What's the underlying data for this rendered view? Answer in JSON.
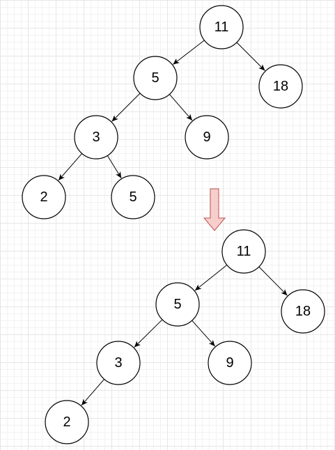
{
  "diagram": {
    "trees": [
      {
        "nodes": [
          {
            "id": "a11",
            "label": "11"
          },
          {
            "id": "a5",
            "label": "5"
          },
          {
            "id": "a18",
            "label": "18"
          },
          {
            "id": "a3",
            "label": "3"
          },
          {
            "id": "a9",
            "label": "9"
          },
          {
            "id": "a2",
            "label": "2"
          },
          {
            "id": "a5b",
            "label": "5"
          }
        ],
        "edges": [
          {
            "from": "a11",
            "to": "a5"
          },
          {
            "from": "a11",
            "to": "a18"
          },
          {
            "from": "a5",
            "to": "a3"
          },
          {
            "from": "a5",
            "to": "a9"
          },
          {
            "from": "a3",
            "to": "a2"
          },
          {
            "from": "a3",
            "to": "a5b"
          }
        ]
      },
      {
        "nodes": [
          {
            "id": "b11",
            "label": "11"
          },
          {
            "id": "b5",
            "label": "5"
          },
          {
            "id": "b18",
            "label": "18"
          },
          {
            "id": "b3",
            "label": "3"
          },
          {
            "id": "b9",
            "label": "9"
          },
          {
            "id": "b2",
            "label": "2"
          }
        ],
        "edges": [
          {
            "from": "b11",
            "to": "b5"
          },
          {
            "from": "b11",
            "to": "b18"
          },
          {
            "from": "b5",
            "to": "b3"
          },
          {
            "from": "b5",
            "to": "b9"
          },
          {
            "from": "b3",
            "to": "b2"
          }
        ]
      }
    ],
    "transition_arrow": {
      "fill": "#f8cecc",
      "stroke": "#b85450"
    }
  }
}
